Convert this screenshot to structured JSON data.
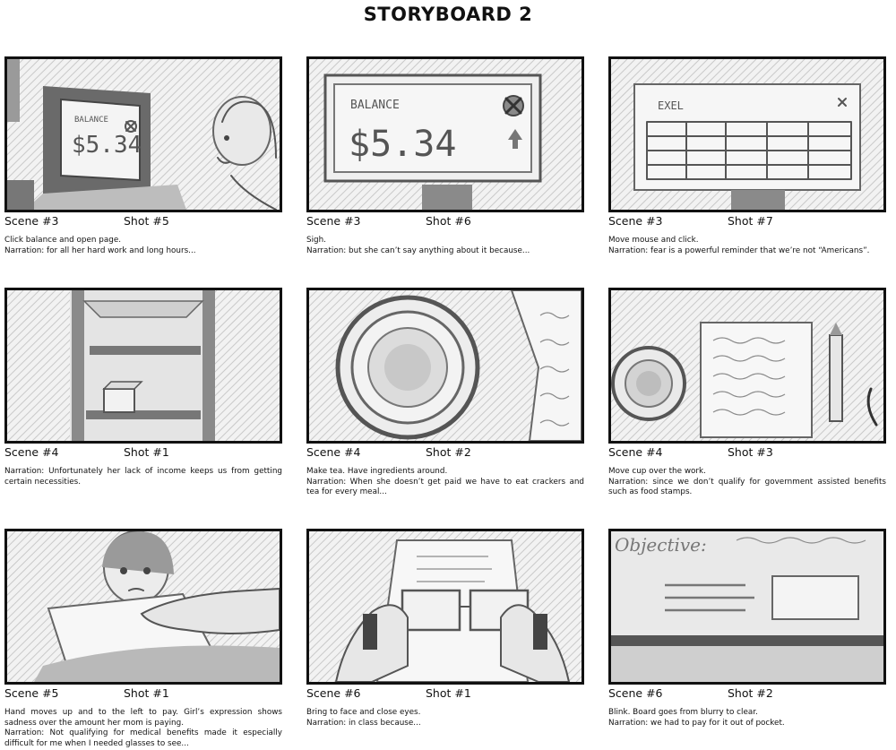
{
  "title": "STORYBOARD 2",
  "panels": [
    {
      "scene": "Scene #3",
      "shot": "Shot #5",
      "lines": [
        "Click balance and open page.",
        "Narration: for all her hard work and long hours..."
      ],
      "sketch": {
        "balance_label": "BALANCE",
        "amount": "$5.34"
      }
    },
    {
      "scene": "Scene #3",
      "shot": "Shot #6",
      "lines": [
        "Sigh.",
        "Narration: but she can’t say anything about it because..."
      ],
      "sketch": {
        "balance_label": "BALANCE",
        "amount": "$5.34"
      }
    },
    {
      "scene": "Scene #3",
      "shot": "Shot #7",
      "lines": [
        "Move mouse and click.",
        "Narration: fear is a powerful reminder that we’re not “Americans”."
      ],
      "sketch": {
        "window_label": "EXEL"
      }
    },
    {
      "scene": "Scene #4",
      "shot": "Shot #1",
      "lines": [
        "Narration: Unfortunately her lack of income keeps us from getting certain necessities."
      ],
      "sketch": {}
    },
    {
      "scene": "Scene #4",
      "shot": "Shot #2",
      "lines": [
        "Make tea. Have ingredients around.",
        "Narration: When she doesn’t get paid we have to eat crackers and tea for every meal..."
      ],
      "sketch": {}
    },
    {
      "scene": "Scene #4",
      "shot": "Shot #3",
      "lines": [
        "Move cup over the work.",
        "Narration: since we don’t qualify for government assisted benefits such as food stamps."
      ],
      "sketch": {}
    },
    {
      "scene": "Scene #5",
      "shot": "Shot #1",
      "lines": [
        "Hand moves up and to the left to pay. Girl’s expression shows sadness over the amount her mom is paying.",
        "Narration: Not qualifying for medical benefits made it especially difficult for me when I needed glasses to see..."
      ],
      "sketch": {}
    },
    {
      "scene": "Scene #6",
      "shot": "Shot #1",
      "lines": [
        "Bring to face and close eyes.",
        "Narration: in class because..."
      ],
      "sketch": {}
    },
    {
      "scene": "Scene #6",
      "shot": "Shot #2",
      "lines": [
        "Blink. Board goes from blurry to clear.",
        "Narration: we had to pay for it out of pocket."
      ],
      "sketch": {
        "board_label": "Objective:"
      }
    }
  ]
}
